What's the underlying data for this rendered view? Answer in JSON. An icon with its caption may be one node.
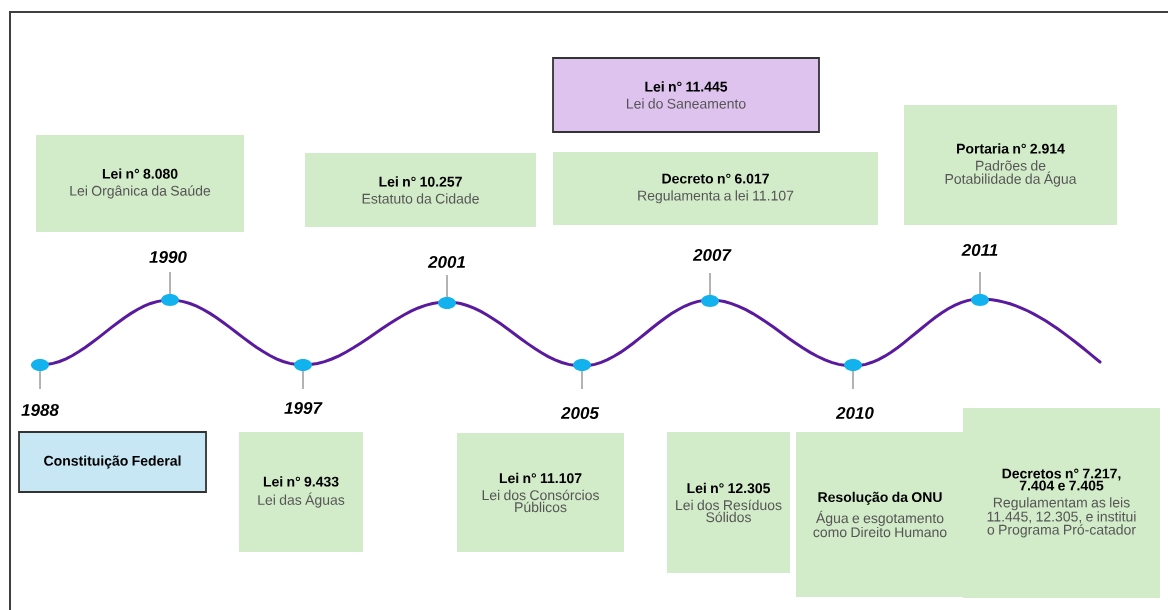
{
  "diagram": {
    "nodes": [
      {
        "text": [
          "Lei n° 11.445",
          "Lei do Saneamento"
        ]
      },
      {
        "text": [
          "Lei n° 8.080",
          "Lei Orgânica da Saúde"
        ]
      },
      {
        "text": [
          "Lei n° 10.257",
          "Estatuto da Cidade"
        ]
      },
      {
        "text": [
          "Decreto n° 6.017",
          "Regulamenta a lei 11.107"
        ]
      },
      {
        "text": [
          "Portaria n° 2.914",
          "Padrões de Potabilidade da Água"
        ]
      },
      {
        "text": [
          "Constituição Federal"
        ]
      },
      {
        "text": [
          "Lei n° 9.433",
          "Lei das Águas"
        ]
      },
      {
        "text": [
          "Lei n° 11.107",
          "Lei dos Consórcios Públicos"
        ]
      },
      {
        "text": [
          "Lei n° 12.305",
          "Lei dos Resíduos Sólidos"
        ]
      },
      {
        "text": [
          "Resolução da ONU",
          "Água e esgotamento como Direito Humano"
        ]
      },
      {
        "text": [
          "Decretos n° 7.217, 7.404 e 7.405",
          "Regulamentam as leis 11.445, 12.305, e institui o Programa Pró-catador"
        ]
      }
    ],
    "labels": [
      "1990",
      "2001",
      "2007",
      "2011",
      "1988",
      "1997",
      "2005",
      "2010"
    ]
  }
}
